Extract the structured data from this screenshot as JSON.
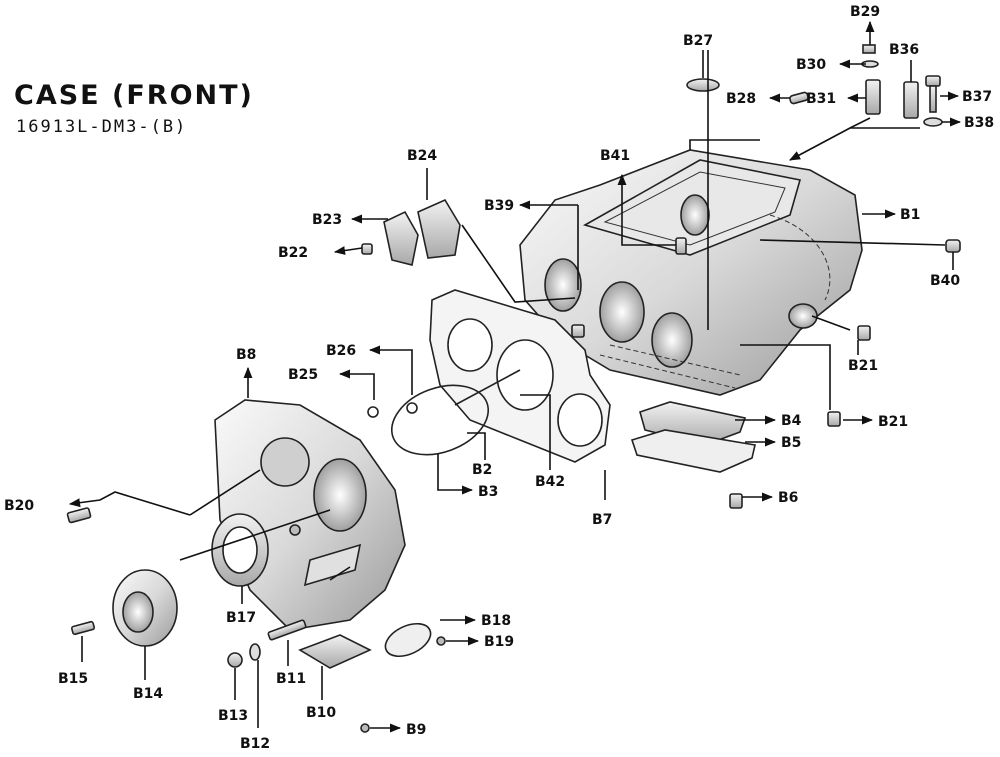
{
  "title": "CASE (FRONT)",
  "subtitle": "16913L-DM3-(B)",
  "parts": [
    {
      "id": "B1",
      "label": "B1"
    },
    {
      "id": "B2",
      "label": "B2"
    },
    {
      "id": "B3",
      "label": "B3"
    },
    {
      "id": "B4",
      "label": "B4"
    },
    {
      "id": "B5",
      "label": "B5"
    },
    {
      "id": "B6",
      "label": "B6"
    },
    {
      "id": "B7",
      "label": "B7"
    },
    {
      "id": "B8",
      "label": "B8"
    },
    {
      "id": "B9",
      "label": "B9"
    },
    {
      "id": "B10",
      "label": "B10"
    },
    {
      "id": "B11",
      "label": "B11"
    },
    {
      "id": "B12",
      "label": "B12"
    },
    {
      "id": "B13",
      "label": "B13"
    },
    {
      "id": "B14",
      "label": "B14"
    },
    {
      "id": "B15",
      "label": "B15"
    },
    {
      "id": "B17",
      "label": "B17"
    },
    {
      "id": "B18",
      "label": "B18"
    },
    {
      "id": "B19",
      "label": "B19"
    },
    {
      "id": "B20",
      "label": "B20"
    },
    {
      "id": "B21a",
      "label": "B21"
    },
    {
      "id": "B21b",
      "label": "B21"
    },
    {
      "id": "B22",
      "label": "B22"
    },
    {
      "id": "B23",
      "label": "B23"
    },
    {
      "id": "B24",
      "label": "B24"
    },
    {
      "id": "B25",
      "label": "B25"
    },
    {
      "id": "B26",
      "label": "B26"
    },
    {
      "id": "B27",
      "label": "B27"
    },
    {
      "id": "B28",
      "label": "B28"
    },
    {
      "id": "B29",
      "label": "B29"
    },
    {
      "id": "B30",
      "label": "B30"
    },
    {
      "id": "B31",
      "label": "B31"
    },
    {
      "id": "B36",
      "label": "B36"
    },
    {
      "id": "B37",
      "label": "B37"
    },
    {
      "id": "B38",
      "label": "B38"
    },
    {
      "id": "B39",
      "label": "B39"
    },
    {
      "id": "B40",
      "label": "B40"
    },
    {
      "id": "B41",
      "label": "B41"
    },
    {
      "id": "B42",
      "label": "B42"
    }
  ]
}
